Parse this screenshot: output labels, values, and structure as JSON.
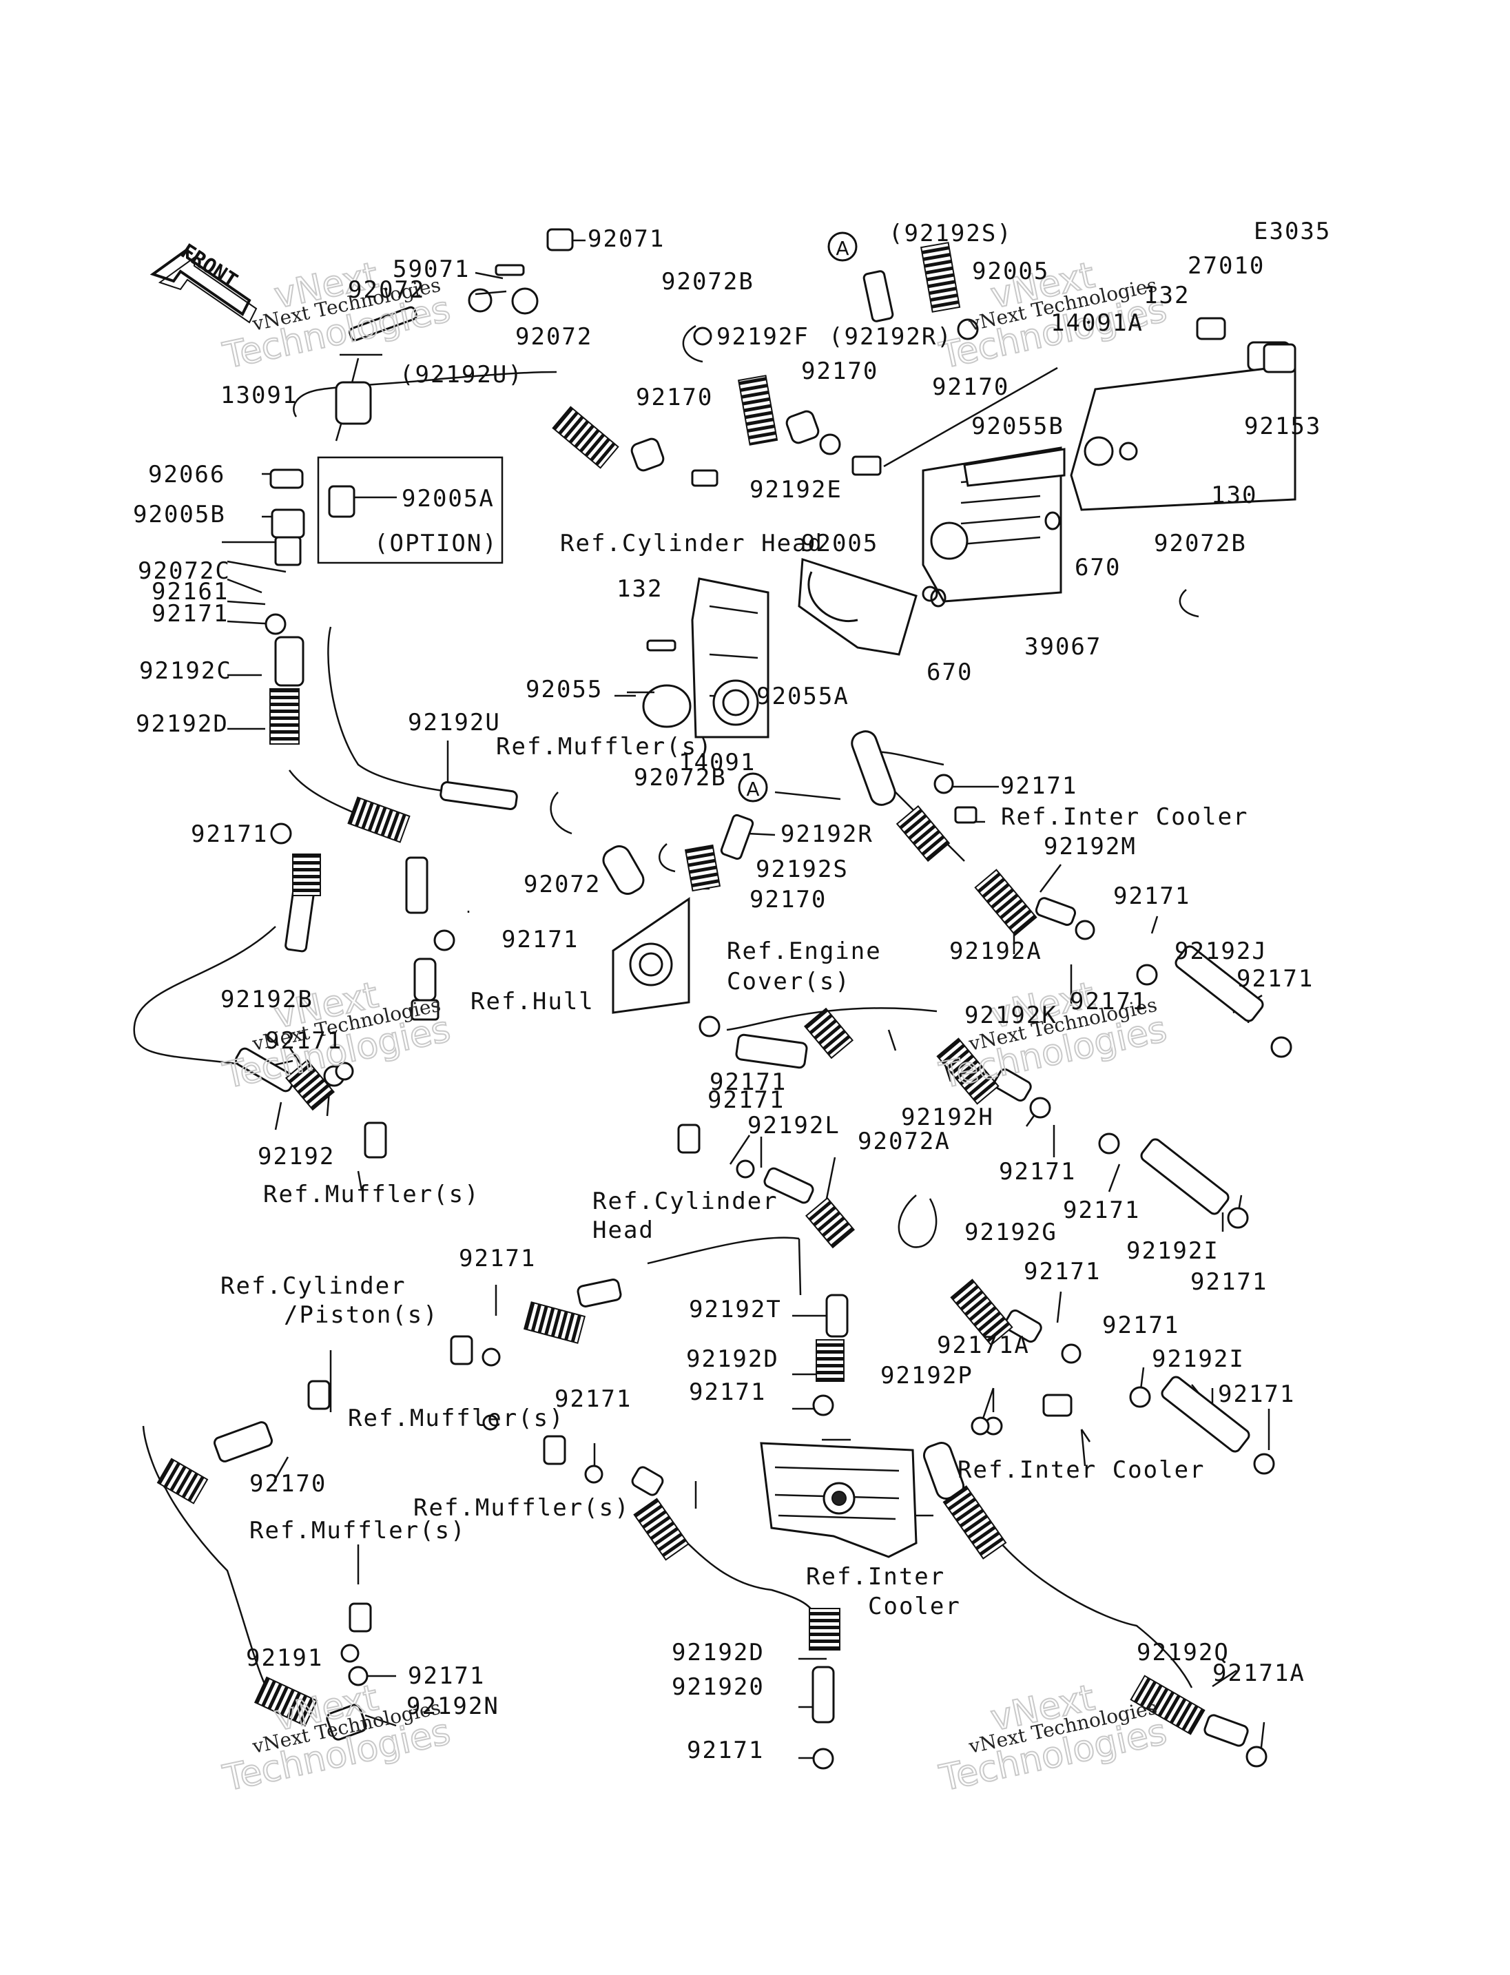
{
  "diagram_code": "E3035",
  "front_label": "FRONT",
  "watermark": {
    "line1": "vNext Technologies",
    "line2": "Technologies",
    "line3": "vNext"
  },
  "callout_letter": "A",
  "labels": [
    {
      "id": "l1",
      "text": "92071"
    },
    {
      "id": "l2",
      "text": "59071"
    },
    {
      "id": "l3",
      "text": "92072"
    },
    {
      "id": "l4",
      "text": "92072"
    },
    {
      "id": "l5",
      "text": "(92192U)"
    },
    {
      "id": "l6",
      "text": "13091"
    },
    {
      "id": "l7",
      "text": "92072B"
    },
    {
      "id": "l8",
      "text": "(92192S)"
    },
    {
      "id": "l9",
      "text": "92005"
    },
    {
      "id": "l10",
      "text": "E3035"
    },
    {
      "id": "l11",
      "text": "27010"
    },
    {
      "id": "l12",
      "text": "132"
    },
    {
      "id": "l13",
      "text": "14091A"
    },
    {
      "id": "l14",
      "text": "92192F"
    },
    {
      "id": "l15",
      "text": "(92192R)"
    },
    {
      "id": "l16",
      "text": "92170"
    },
    {
      "id": "l17",
      "text": "92170"
    },
    {
      "id": "l18",
      "text": "92170"
    },
    {
      "id": "l19",
      "text": "92153"
    },
    {
      "id": "l20",
      "text": "92055B"
    },
    {
      "id": "l21",
      "text": "130"
    },
    {
      "id": "l22",
      "text": "92066"
    },
    {
      "id": "l23",
      "text": "92005A"
    },
    {
      "id": "l24",
      "text": "92005B"
    },
    {
      "id": "l25",
      "text": "(OPTION)"
    },
    {
      "id": "l26",
      "text": "92192E"
    },
    {
      "id": "l27",
      "text": "Ref.Cylinder Head"
    },
    {
      "id": "l28",
      "text": "92005"
    },
    {
      "id": "l29",
      "text": "92072B"
    },
    {
      "id": "l30",
      "text": "670"
    },
    {
      "id": "l31",
      "text": "92072C"
    },
    {
      "id": "l32",
      "text": "92161"
    },
    {
      "id": "l33",
      "text": "92171"
    },
    {
      "id": "l34",
      "text": "132"
    },
    {
      "id": "l35",
      "text": "670"
    },
    {
      "id": "l36",
      "text": "39067"
    },
    {
      "id": "l37",
      "text": "92192C"
    },
    {
      "id": "l38",
      "text": "92055"
    },
    {
      "id": "l39",
      "text": "92055A"
    },
    {
      "id": "l40",
      "text": "92192D"
    },
    {
      "id": "l41",
      "text": "92192U"
    },
    {
      "id": "l42",
      "text": "Ref.Muffler(s)"
    },
    {
      "id": "l43",
      "text": "14091"
    },
    {
      "id": "l44",
      "text": "92072B"
    },
    {
      "id": "l45",
      "text": "92171"
    },
    {
      "id": "l46",
      "text": "Ref.Inter Cooler"
    },
    {
      "id": "l47",
      "text": "92192R"
    },
    {
      "id": "l48",
      "text": "92171"
    },
    {
      "id": "l49",
      "text": "92072"
    },
    {
      "id": "l50",
      "text": "92192S"
    },
    {
      "id": "l51",
      "text": "92192M"
    },
    {
      "id": "l52",
      "text": "92170"
    },
    {
      "id": "l53",
      "text": "92171"
    },
    {
      "id": "l54",
      "text": "92171"
    },
    {
      "id": "l55",
      "text": "Ref.Engine"
    },
    {
      "id": "l56",
      "text": "Cover(s)"
    },
    {
      "id": "l57",
      "text": "92192A"
    },
    {
      "id": "l58",
      "text": "92192J"
    },
    {
      "id": "l59",
      "text": "92171"
    },
    {
      "id": "l60",
      "text": "Ref.Hull"
    },
    {
      "id": "l61",
      "text": "92171"
    },
    {
      "id": "l62",
      "text": "92192B"
    },
    {
      "id": "l63",
      "text": "92192K"
    },
    {
      "id": "l64",
      "text": "92171"
    },
    {
      "id": "l65",
      "text": "92171"
    },
    {
      "id": "l66",
      "text": "92192"
    },
    {
      "id": "l67",
      "text": "92171"
    },
    {
      "id": "l68",
      "text": "92192H"
    },
    {
      "id": "l69",
      "text": "92192L"
    },
    {
      "id": "l70",
      "text": "92072A"
    },
    {
      "id": "l71",
      "text": "Ref.Muffler(s)"
    },
    {
      "id": "l72",
      "text": "92171"
    },
    {
      "id": "l73",
      "text": "Ref.Cylinder"
    },
    {
      "id": "l74",
      "text": "Head"
    },
    {
      "id": "l75",
      "text": "92171"
    },
    {
      "id": "l76",
      "text": "92192I"
    },
    {
      "id": "l77",
      "text": "92171"
    },
    {
      "id": "l78",
      "text": "92171"
    },
    {
      "id": "l79",
      "text": "92192G"
    },
    {
      "id": "l80",
      "text": "92171"
    },
    {
      "id": "l81",
      "text": "Ref.Cylinder"
    },
    {
      "id": "l82",
      "text": "/Piston(s)"
    },
    {
      "id": "l83",
      "text": "92192T"
    },
    {
      "id": "l84",
      "text": "92171"
    },
    {
      "id": "l85",
      "text": "92192D"
    },
    {
      "id": "l86",
      "text": "92171A"
    },
    {
      "id": "l87",
      "text": "92192I"
    },
    {
      "id": "l88",
      "text": "92171"
    },
    {
      "id": "l89",
      "text": "92171"
    },
    {
      "id": "l90",
      "text": "92192P"
    },
    {
      "id": "l91",
      "text": "92171"
    },
    {
      "id": "l92",
      "text": "Ref.Muffler(s)"
    },
    {
      "id": "l93",
      "text": "Ref.Inter Cooler"
    },
    {
      "id": "l94",
      "text": "92170"
    },
    {
      "id": "l95",
      "text": "Ref.Muffler(s)"
    },
    {
      "id": "l96",
      "text": "Ref.Muffler(s)"
    },
    {
      "id": "l97",
      "text": "Ref.Inter"
    },
    {
      "id": "l98",
      "text": "Cooler"
    },
    {
      "id": "l99",
      "text": "92191"
    },
    {
      "id": "l100",
      "text": "92192Q"
    },
    {
      "id": "l101",
      "text": "92171"
    },
    {
      "id": "l102",
      "text": "92192D"
    },
    {
      "id": "l103",
      "text": "92171A"
    },
    {
      "id": "l104",
      "text": "92192N"
    },
    {
      "id": "l105",
      "text": "921920"
    },
    {
      "id": "l106",
      "text": "92171"
    }
  ]
}
